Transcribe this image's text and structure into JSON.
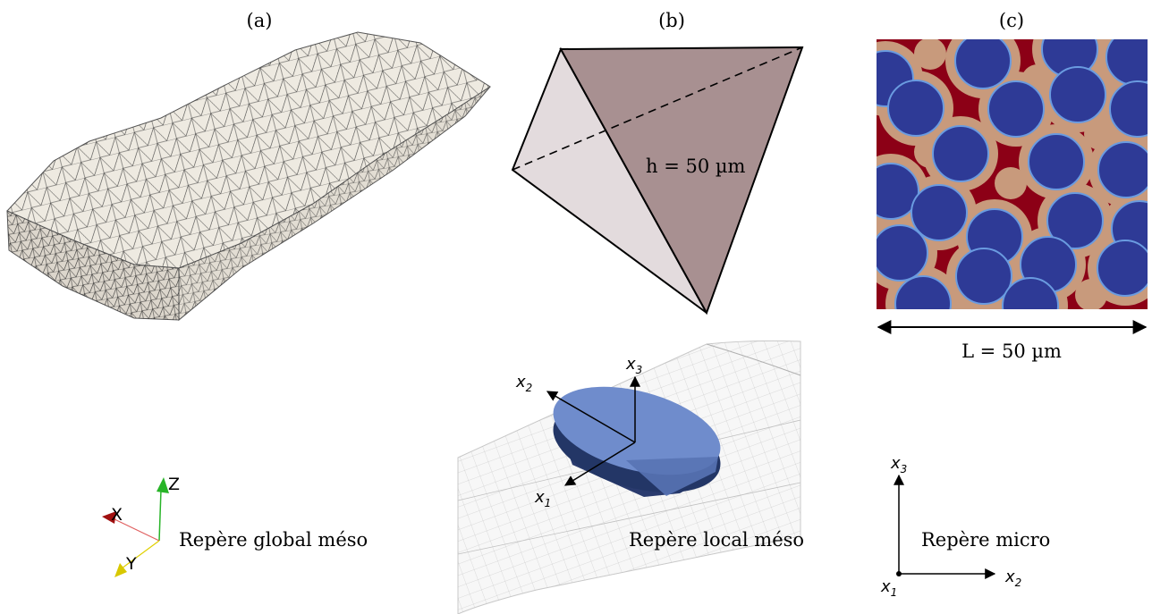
{
  "panels": {
    "a": {
      "label": "(a)",
      "frame_caption": "Repère global méso",
      "axes": [
        "X",
        "Y",
        "Z"
      ]
    },
    "b": {
      "label": "(b)",
      "height_label": "h = 50 µm",
      "frame_caption": "Repère local méso",
      "axes": [
        {
          "base": "x",
          "sub": "1"
        },
        {
          "base": "x",
          "sub": "2"
        },
        {
          "base": "x",
          "sub": "3"
        }
      ]
    },
    "c": {
      "label": "(c)",
      "length_label": "L = 50 µm",
      "frame_caption": "Repère micro",
      "axes": [
        {
          "base": "x",
          "sub": "1"
        },
        {
          "base": "x",
          "sub": "2"
        },
        {
          "base": "x",
          "sub": "3"
        }
      ]
    }
  },
  "colors": {
    "mesh_fill": "#eeeae1",
    "tetra_light": "#e3dbdd",
    "tetra_dark": "#a89091",
    "fiber": "#2e3a96",
    "fiber_edge": "#6a9be0",
    "interphase": "#c89a7c",
    "matrix": "#8c0016",
    "ellipse": "#6f8ccc",
    "axis_x": "#b01010",
    "axis_y": "#e0d000",
    "axis_z": "#28b428"
  }
}
